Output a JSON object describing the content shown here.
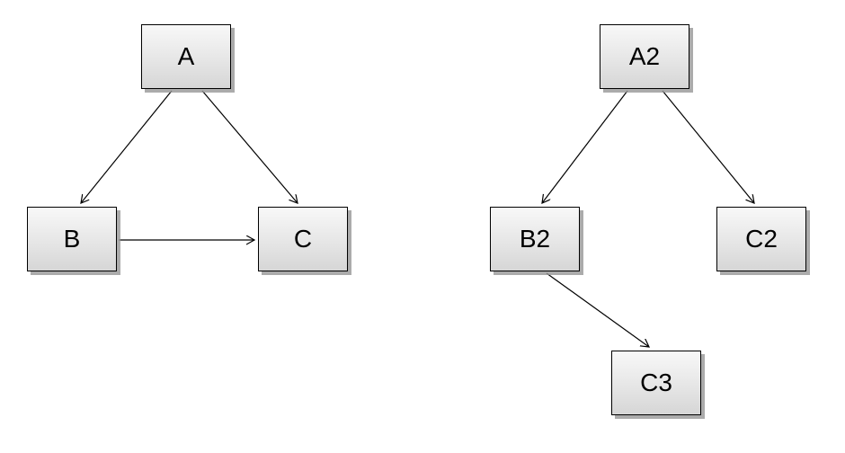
{
  "diagram": {
    "background_color": "#ffffff",
    "node_style": {
      "fill_top": "#f8f8f8",
      "fill_bottom": "#d6d6d6",
      "border_color": "#000000",
      "shadow_color": "#969696",
      "text_color": "#000000"
    },
    "edge_style": {
      "line_color": "#000000",
      "arrowhead": "open-v"
    },
    "graphs": [
      {
        "name": "left-graph",
        "nodes": [
          {
            "id": "A",
            "label": "A"
          },
          {
            "id": "B",
            "label": "B"
          },
          {
            "id": "C",
            "label": "C"
          }
        ],
        "edges": [
          {
            "from": "A",
            "to": "B",
            "directed": true
          },
          {
            "from": "A",
            "to": "C",
            "directed": true
          },
          {
            "from": "B",
            "to": "C",
            "directed": true
          }
        ]
      },
      {
        "name": "right-graph",
        "nodes": [
          {
            "id": "A2",
            "label": "A2"
          },
          {
            "id": "B2",
            "label": "B2"
          },
          {
            "id": "C2",
            "label": "C2"
          },
          {
            "id": "C3",
            "label": "C3"
          }
        ],
        "edges": [
          {
            "from": "A2",
            "to": "B2",
            "directed": true
          },
          {
            "from": "A2",
            "to": "C2",
            "directed": true
          },
          {
            "from": "B2",
            "to": "C3",
            "directed": true
          }
        ]
      }
    ]
  }
}
